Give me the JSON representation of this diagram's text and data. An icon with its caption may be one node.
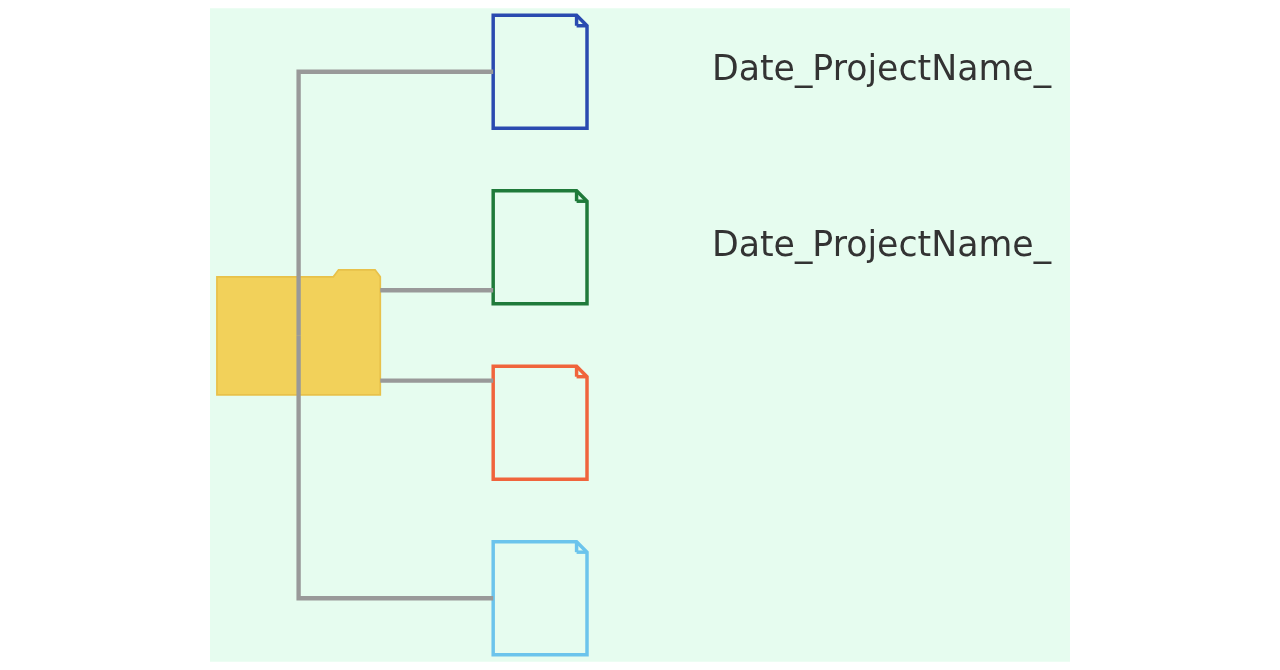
{
  "diagram": {
    "nodes": [
      {
        "text": [],
        "shape": "folder"
      },
      {
        "text": [],
        "shape": "document",
        "beside": [
          "Date_ProjectName_"
        ]
      },
      {
        "text": [],
        "shape": "document",
        "beside": [
          "Date_ProjectName_"
        ]
      },
      {
        "text": [],
        "shape": "document"
      },
      {
        "text": [],
        "shape": "document"
      }
    ],
    "edges": [
      {
        "from": 0,
        "to": 1,
        "arrow": "none"
      },
      {
        "from": 0,
        "to": 2,
        "arrow": "none"
      },
      {
        "from": 0,
        "to": 3,
        "arrow": "none"
      },
      {
        "from": 0,
        "to": 4,
        "arrow": "none"
      }
    ]
  }
}
